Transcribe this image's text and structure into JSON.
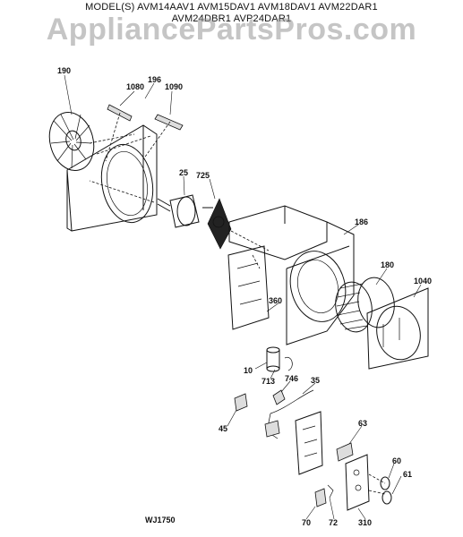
{
  "header": {
    "models_line1": "MODEL(S) AVM14AAV1  AVM15DAV1  AVM18DAV1  AVM22DAR1",
    "models_line2": "AVM24DBR1  AVP24DAR1"
  },
  "watermark": "AppliancePartsPros.com",
  "parts": {
    "p190": "190",
    "p1080": "1080",
    "p196": "196",
    "p1090": "1090",
    "p25": "25",
    "p725": "725",
    "p186": "186",
    "p180": "180",
    "p1040": "1040",
    "p360": "360",
    "p10": "10",
    "p713": "713",
    "p746": "746",
    "p35": "35",
    "p45": "45",
    "p63": "63",
    "p60": "60",
    "p61": "61",
    "p70": "70",
    "p72": "72",
    "p310": "310"
  },
  "diagram_code": "WJ1750"
}
